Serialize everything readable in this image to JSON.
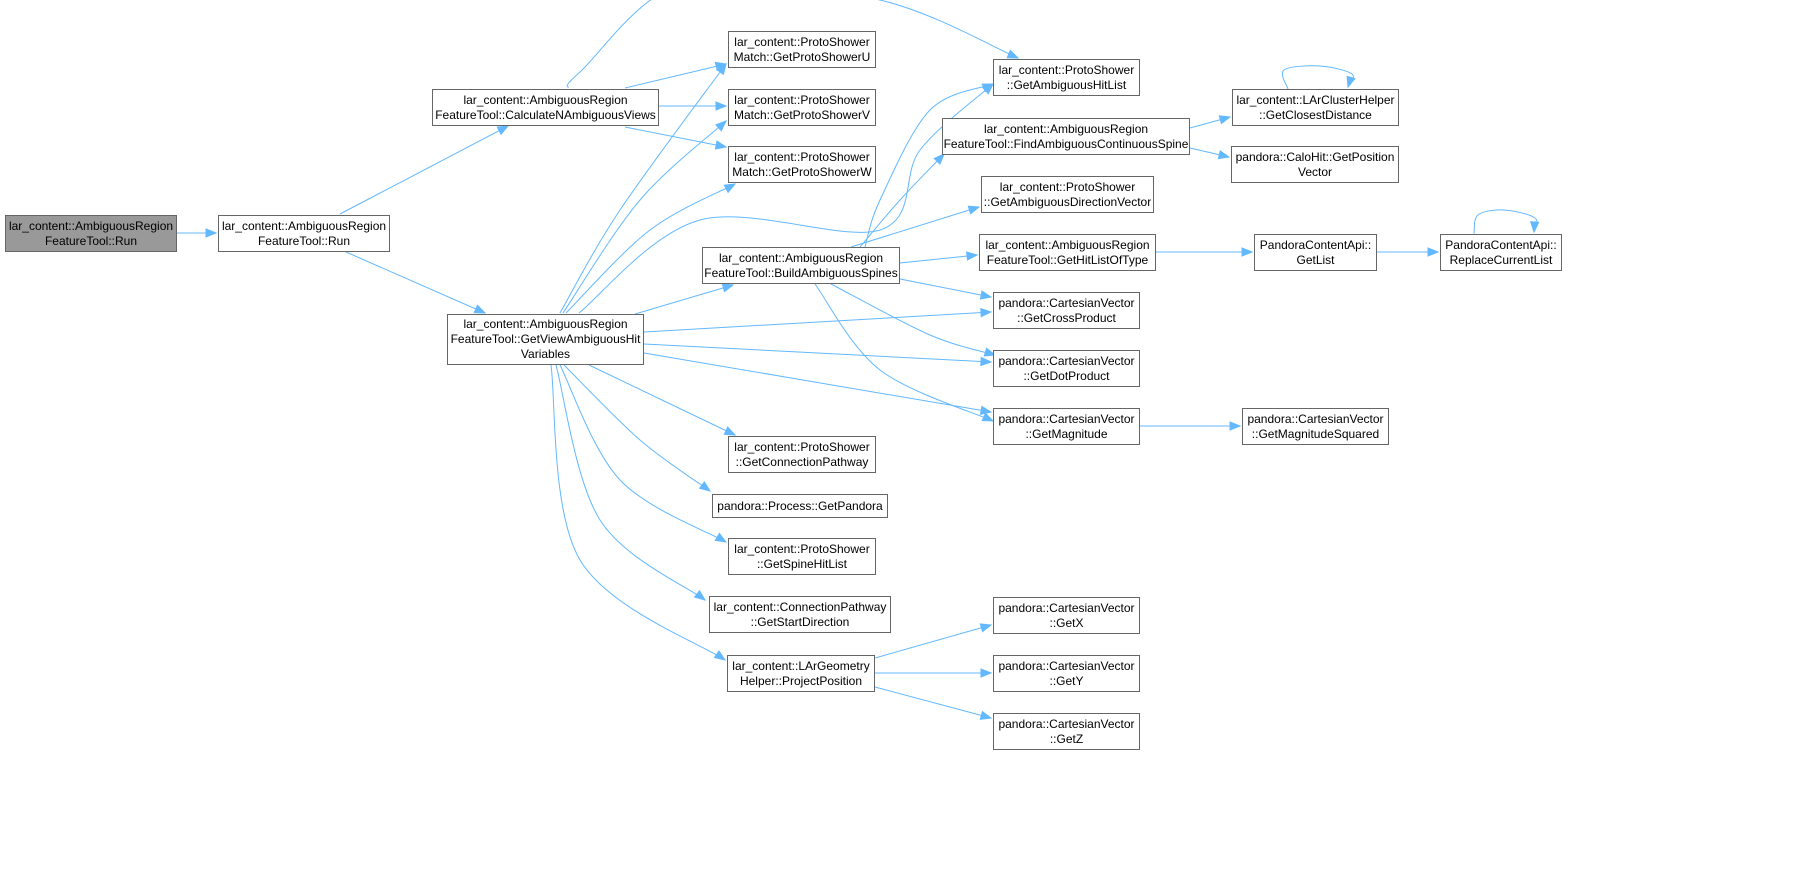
{
  "graph": {
    "edge_color": "#63b8ff",
    "root_fill": "#999999",
    "node_border": "#666666",
    "nodes": [
      {
        "id": "n0",
        "lines": [
          "lar_content::AmbiguousRegion",
          "FeatureTool::Run"
        ],
        "root": true
      },
      {
        "id": "n1",
        "lines": [
          "lar_content::AmbiguousRegion",
          "FeatureTool::Run"
        ]
      },
      {
        "id": "n2",
        "lines": [
          "lar_content::AmbiguousRegion",
          "FeatureTool::CalculateNAmbiguousViews"
        ]
      },
      {
        "id": "n3",
        "lines": [
          "lar_content::AmbiguousRegion",
          "FeatureTool::GetViewAmbiguousHit",
          "Variables"
        ]
      },
      {
        "id": "n4",
        "lines": [
          "lar_content::ProtoShower",
          "Match::GetProtoShowerU"
        ]
      },
      {
        "id": "n5",
        "lines": [
          "lar_content::ProtoShower",
          "Match::GetProtoShowerV"
        ]
      },
      {
        "id": "n6",
        "lines": [
          "lar_content::ProtoShower",
          "Match::GetProtoShowerW"
        ]
      },
      {
        "id": "n7",
        "lines": [
          "lar_content::ProtoShower",
          "::GetAmbiguousHitList"
        ]
      },
      {
        "id": "n8",
        "lines": [
          "lar_content::AmbiguousRegion",
          "FeatureTool::BuildAmbiguousSpines"
        ]
      },
      {
        "id": "n9",
        "lines": [
          "lar_content::ProtoShower",
          "::GetConnectionPathway"
        ]
      },
      {
        "id": "n10",
        "lines": [
          "pandora::Process::GetPandora"
        ]
      },
      {
        "id": "n11",
        "lines": [
          "lar_content::ProtoShower",
          "::GetSpineHitList"
        ]
      },
      {
        "id": "n12",
        "lines": [
          "lar_content::ConnectionPathway",
          "::GetStartDirection"
        ]
      },
      {
        "id": "n13",
        "lines": [
          "lar_content::LArGeometry",
          "Helper::ProjectPosition"
        ]
      },
      {
        "id": "n14",
        "lines": [
          "lar_content::AmbiguousRegion",
          "FeatureTool::FindAmbiguousContinuousSpine"
        ]
      },
      {
        "id": "n15",
        "lines": [
          "lar_content::ProtoShower",
          "::GetAmbiguousDirectionVector"
        ]
      },
      {
        "id": "n16",
        "lines": [
          "lar_content::AmbiguousRegion",
          "FeatureTool::GetHitListOfType"
        ]
      },
      {
        "id": "n17",
        "lines": [
          "pandora::CartesianVector",
          "::GetCrossProduct"
        ]
      },
      {
        "id": "n18",
        "lines": [
          "pandora::CartesianVector",
          "::GetDotProduct"
        ]
      },
      {
        "id": "n19",
        "lines": [
          "pandora::CartesianVector",
          "::GetMagnitude"
        ]
      },
      {
        "id": "n20",
        "lines": [
          "pandora::CartesianVector",
          "::GetX"
        ]
      },
      {
        "id": "n21",
        "lines": [
          "pandora::CartesianVector",
          "::GetY"
        ]
      },
      {
        "id": "n22",
        "lines": [
          "pandora::CartesianVector",
          "::GetZ"
        ]
      },
      {
        "id": "n23",
        "lines": [
          "lar_content::LArClusterHelper",
          "::GetClosestDistance"
        ]
      },
      {
        "id": "n24",
        "lines": [
          "pandora::CaloHit::GetPosition",
          "Vector"
        ]
      },
      {
        "id": "n25",
        "lines": [
          "PandoraContentApi::",
          "GetList"
        ]
      },
      {
        "id": "n26",
        "lines": [
          "pandora::CartesianVector",
          "::GetMagnitudeSquared"
        ]
      },
      {
        "id": "n27",
        "lines": [
          "PandoraContentApi::",
          "ReplaceCurrentList"
        ]
      }
    ]
  }
}
